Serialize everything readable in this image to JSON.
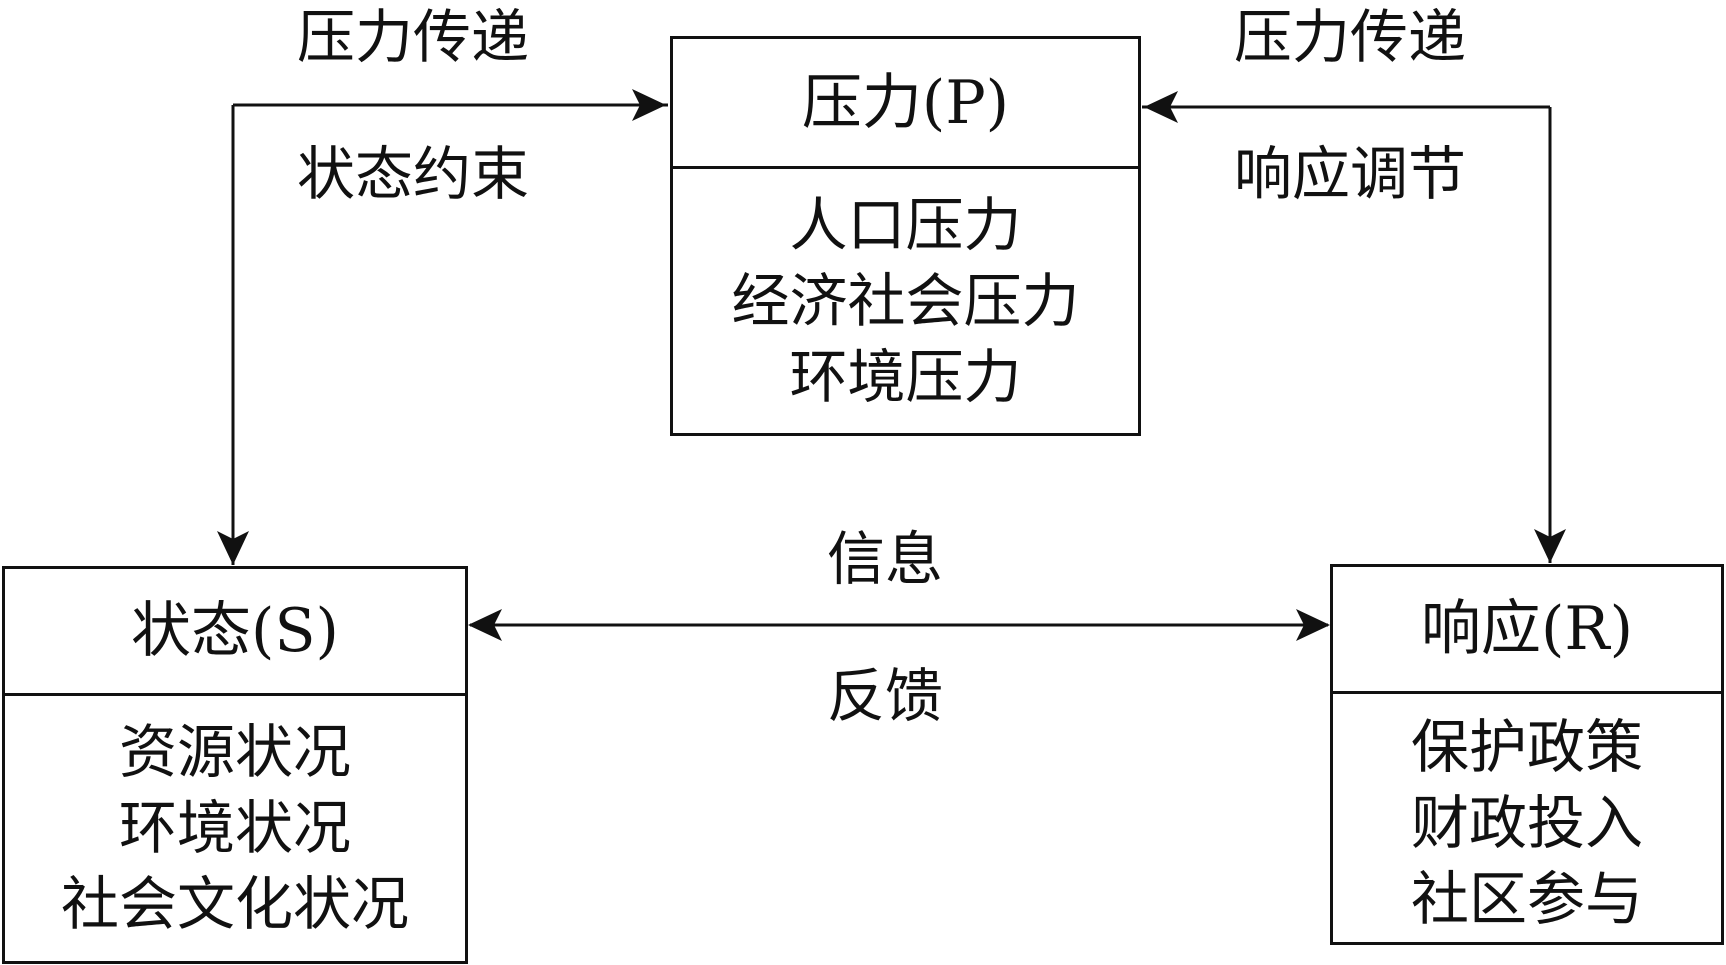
{
  "pressure": {
    "title": "压力(P)",
    "items": [
      "人口压力",
      "经济社会压力",
      "环境压力"
    ]
  },
  "state": {
    "title": "状态(S)",
    "items": [
      "资源状况",
      "环境状况",
      "社会文化状况"
    ]
  },
  "response": {
    "title": "响应(R)",
    "items": [
      "保护政策",
      "财政投入",
      "社区参与"
    ]
  },
  "labels": {
    "left_top": "压力传递",
    "left_bottom": "状态约束",
    "right_top": "压力传递",
    "right_bottom": "响应调节",
    "middle_top": "信息",
    "middle_bottom": "反馈"
  },
  "colors": {
    "line": "#111111",
    "background": "#ffffff"
  }
}
